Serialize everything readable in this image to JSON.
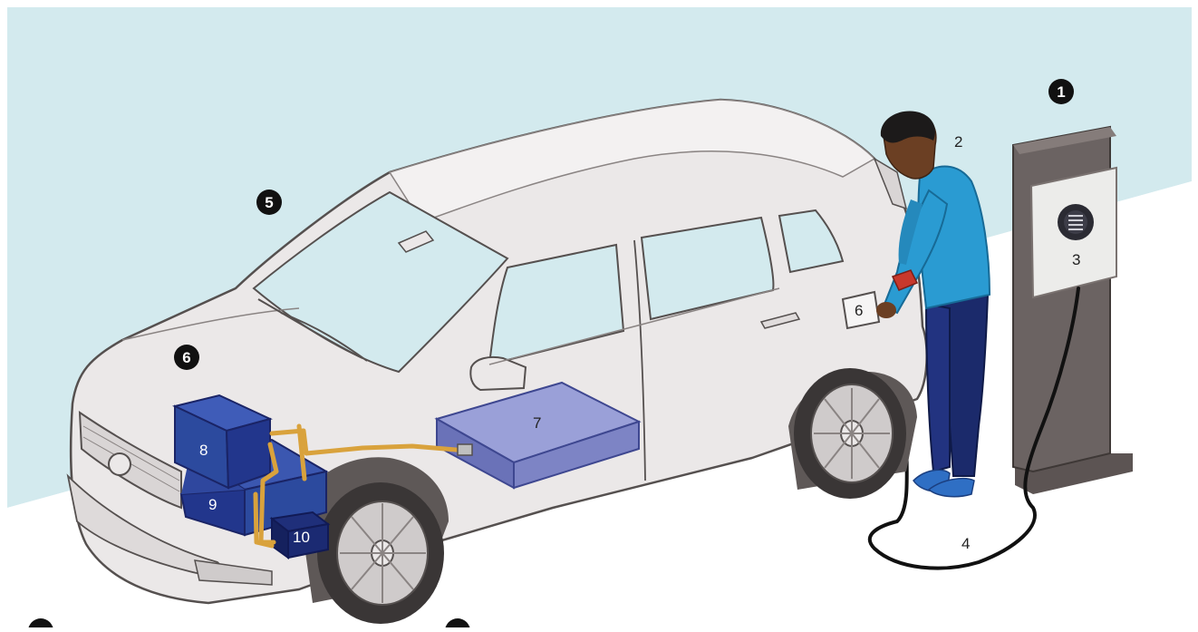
{
  "markers": {
    "station_marker": "1",
    "car_marker": "5",
    "hood_marker": "6"
  },
  "labels": {
    "person": "2",
    "wallbox": "3",
    "cable": "4",
    "charge_port": "6",
    "traction_battery": "7",
    "box_8": "8",
    "box_9": "9",
    "box_10": "10"
  },
  "colors": {
    "wall": "#d3eaee",
    "floor": "#ffffff",
    "car_body": "#ebe8e8",
    "car_outline": "#55504f",
    "glass": "#d3eaee",
    "battery": "#7d84c5",
    "box_dark": "#22368c",
    "box_mid": "#2c4a9e",
    "orange_cable": "#d9a23c",
    "station": "#6b6362",
    "shirt": "#2a9bd2",
    "trousers": "#1b2a6b",
    "skin": "#6b3f23"
  }
}
